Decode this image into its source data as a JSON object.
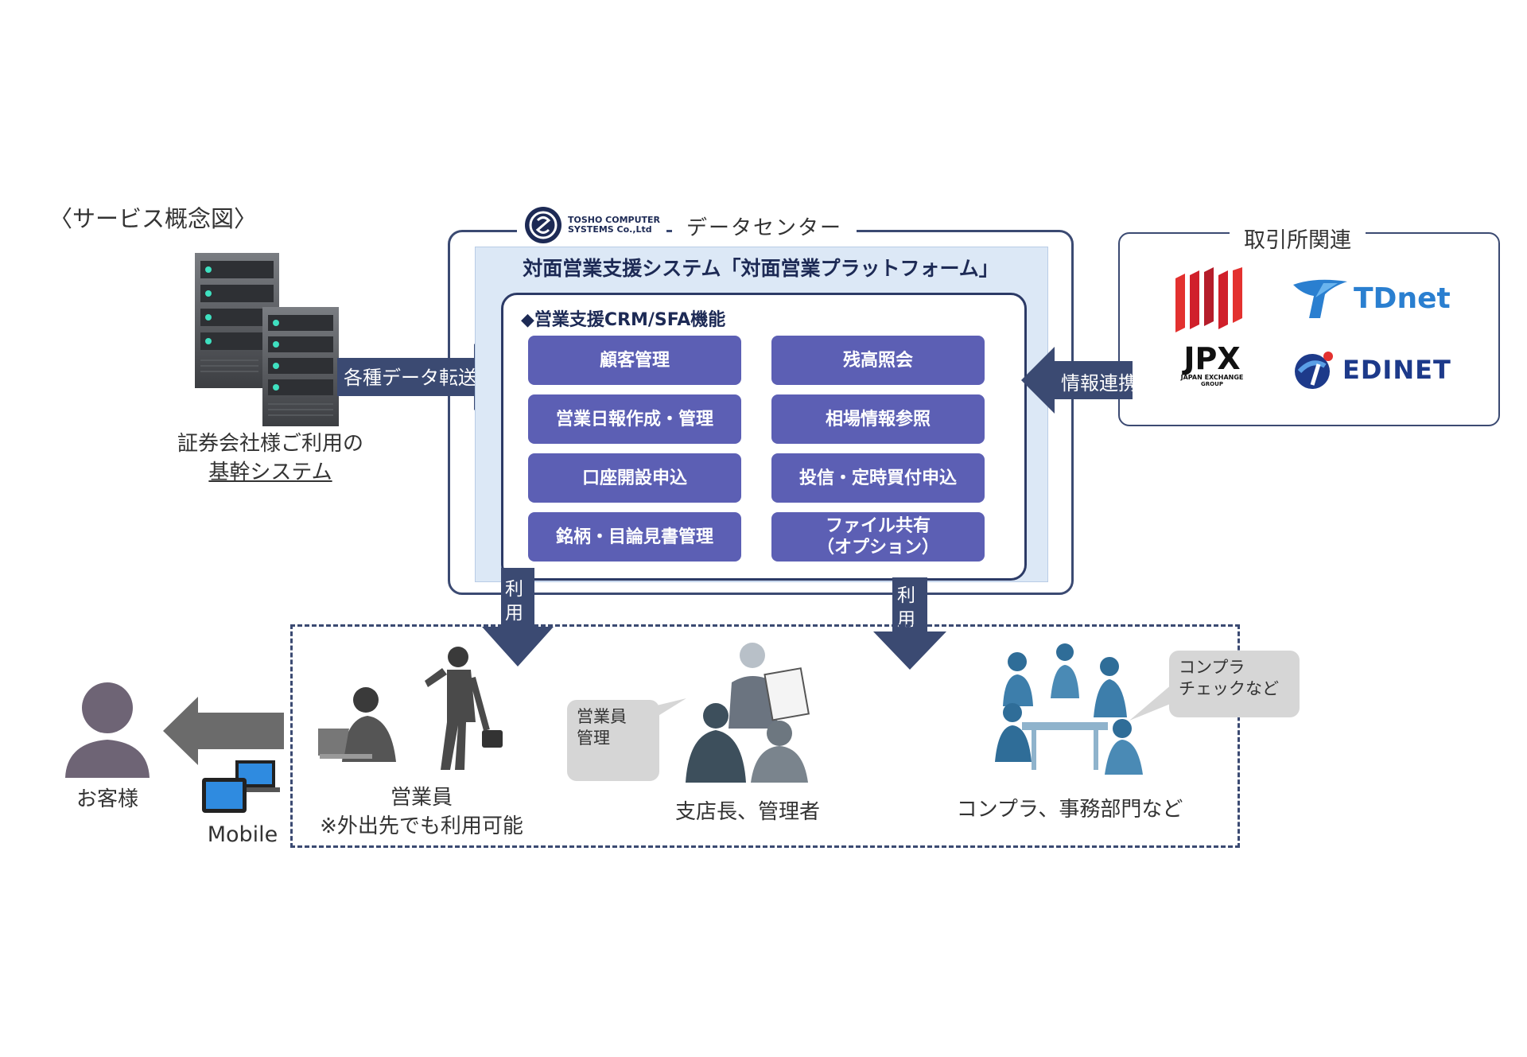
{
  "title": "〈サービス概念図〉",
  "datacenter": {
    "label": "データセンター",
    "logo_line1": "TOSHO COMPUTER",
    "logo_line2": "SYSTEMS Co.,Ltd"
  },
  "platform": {
    "title": "対面営業支援システム「対面営業プラットフォーム」",
    "crm_title": "◆営業支援CRM/SFA機能",
    "functions_left": [
      "顧客管理",
      "営業日報作成・管理",
      "口座開設申込",
      "銘柄・目論見書管理"
    ],
    "functions_right": [
      "残高照会",
      "相場情報参照",
      "投信・定時買付申込",
      "ファイル共有",
      "（オプション）"
    ]
  },
  "core_system": {
    "line1": "証券会社様ご利用の",
    "line2": "基幹システム",
    "arrow_label": "各種データ転送"
  },
  "exchange": {
    "label": "取引所関連",
    "arrow_label": "情報連携",
    "jpx": "JPX",
    "jpx_sub1": "JAPAN EXCHANGE",
    "jpx_sub2": "GROUP",
    "tdnet": "TDnet",
    "edinet": "EDINET"
  },
  "usage": {
    "label_top": "利",
    "label_bottom": "用"
  },
  "users": {
    "sales_label": "営業員",
    "sales_note": "※外出先でも利用可能",
    "manager_label": "支店長、管理者",
    "manager_bubble_1": "営業員",
    "manager_bubble_2": "管理",
    "compliance_label": "コンプラ、事務部門など",
    "compliance_bubble_1": "コンプラ",
    "compliance_bubble_2": "チェックなど"
  },
  "customer": {
    "label": "お客様",
    "mobile": "Mobile"
  },
  "colors": {
    "navy": "#3b4a72",
    "button": "#5c5fb4",
    "platform_bg": "#dce8f6",
    "jpx_red": "#d0202b",
    "tdnet_blue": "#2a7fd0",
    "edinet_navy": "#1d3a8a"
  }
}
